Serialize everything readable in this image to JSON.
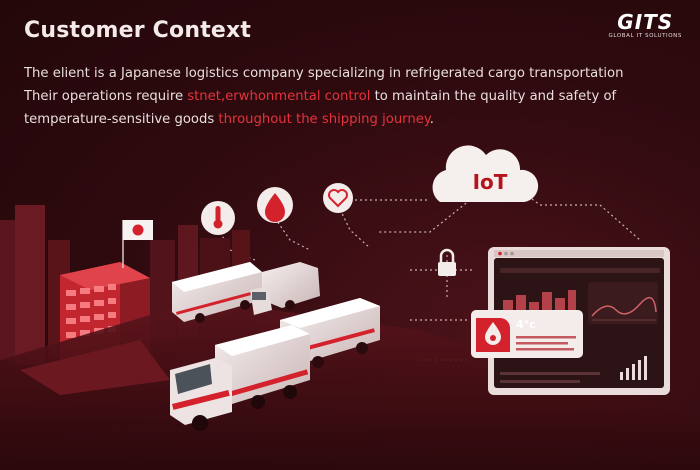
{
  "header": {
    "title": "Customer Context",
    "logo_text": "GITS",
    "logo_subtitle": "GLOBAL IT SOLUTIONS"
  },
  "content": {
    "line1": "The elient is a Japanese logistics company specializing in refrigerated cargo transportation",
    "line2_pre": "Their operations require ",
    "line2_highlight": "stnet,erwhonmental control",
    "line2_post": " to maintain the quality and safety of",
    "line3_pre": "temperature-sensitive goods ",
    "line3_highlight": "throughout the shipping journey",
    "line3_post": "."
  },
  "illustration": {
    "cloud_label": "IoT",
    "temperature_reading": "4°c",
    "icons": [
      "thermometer-icon",
      "water-drop-icon",
      "heart-icon",
      "lock-icon",
      "japan-flag-icon"
    ],
    "colors": {
      "accent": "#d4222c",
      "background": "#2e0a0f",
      "card": "#f3ecea"
    }
  }
}
